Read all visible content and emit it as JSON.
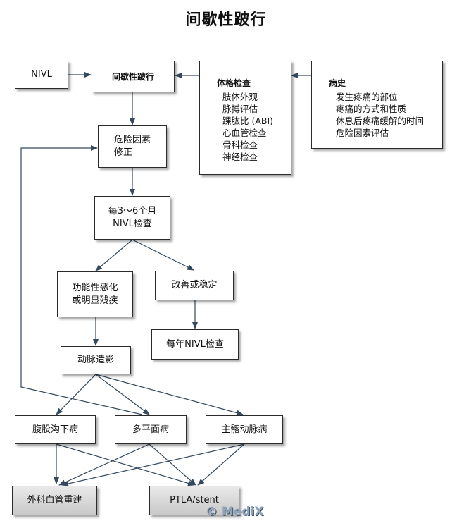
{
  "title": "间歇性跛行",
  "nodes": {
    "nivl": [
      "NIVL"
    ],
    "claudication": [
      "间歇性跛行"
    ],
    "exam": {
      "heading": "体格检查",
      "items": [
        "肢体外观",
        "脉搏评估",
        "踝肱比 (ABI)",
        "心血管检查",
        "骨科检查",
        "神经检查"
      ]
    },
    "history": {
      "heading": "病史",
      "items": [
        "发生疼痛的部位",
        "疼痛的方式和性质",
        "休息后疼痛缓解的时间",
        "危险因素评估"
      ]
    },
    "risk": [
      "危险因素",
      "修正"
    ],
    "followup": [
      "每3～6个月",
      "NIVL检查"
    ],
    "worse": [
      "功能性恶化",
      "或明显残疾"
    ],
    "improve": [
      "改善或稳定"
    ],
    "annual": [
      "每年NIVL检查"
    ],
    "angio": [
      "动脉造影"
    ],
    "inguinal": [
      "腹股沟下病"
    ],
    "multilevel": [
      "多平面病"
    ],
    "aortoiliac": [
      "主髂动脉病"
    ],
    "surgery": [
      "外科血管重建"
    ],
    "ptla": [
      "PTLA/stent"
    ]
  },
  "watermark": "© MediX",
  "colors": {
    "connector": "#34495e",
    "box_border": "#2b2b2b",
    "terminal_fill": "#d6d6d6"
  }
}
